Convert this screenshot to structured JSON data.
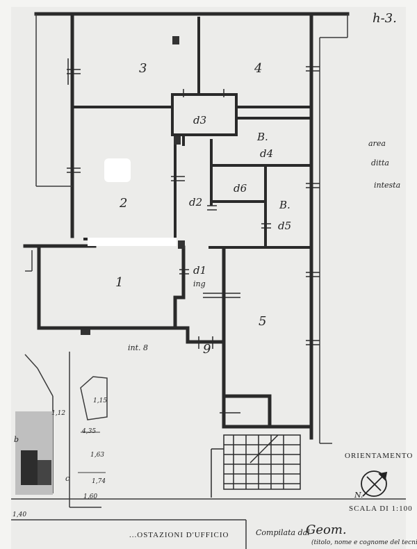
{
  "sheet_code": "h-3.",
  "rooms": {
    "r1": "1",
    "r2": "2",
    "r3": "3",
    "r4": "4",
    "r5": "5",
    "d1": "d1",
    "d2": "d2",
    "d3": "d3",
    "d4": "d4",
    "d5": "d5",
    "d6": "d6",
    "b1": "B.",
    "b2": "B.",
    "ing": "ing",
    "g": "9"
  },
  "notes": {
    "area_line1": "area",
    "area_line2": "ditta",
    "area_line3": "intesta",
    "int8": "int. 8"
  },
  "neighbour": {
    "b": "b",
    "c": "c",
    "n1": "1,12",
    "n2": "4,35",
    "n3": "1,63",
    "n4": "1,74",
    "n5": "1,60",
    "n6": "1,15",
    "n7": "1,40"
  },
  "orientation_label": "ORIENTAMENTO",
  "north_label": "N.",
  "scale_label": "SCALA DI 1:100",
  "title_block": {
    "title": "...OSTAZIONI D'UFFICIO",
    "compiled_by": "Compilata dal",
    "compiler": "Geom.",
    "compiler_note": "(titolo, nome e cognome del tecnico)"
  },
  "colors": {
    "paper": "#ececea",
    "ink": "#2a2a2a",
    "grey_ink": "#8a8a8a"
  }
}
